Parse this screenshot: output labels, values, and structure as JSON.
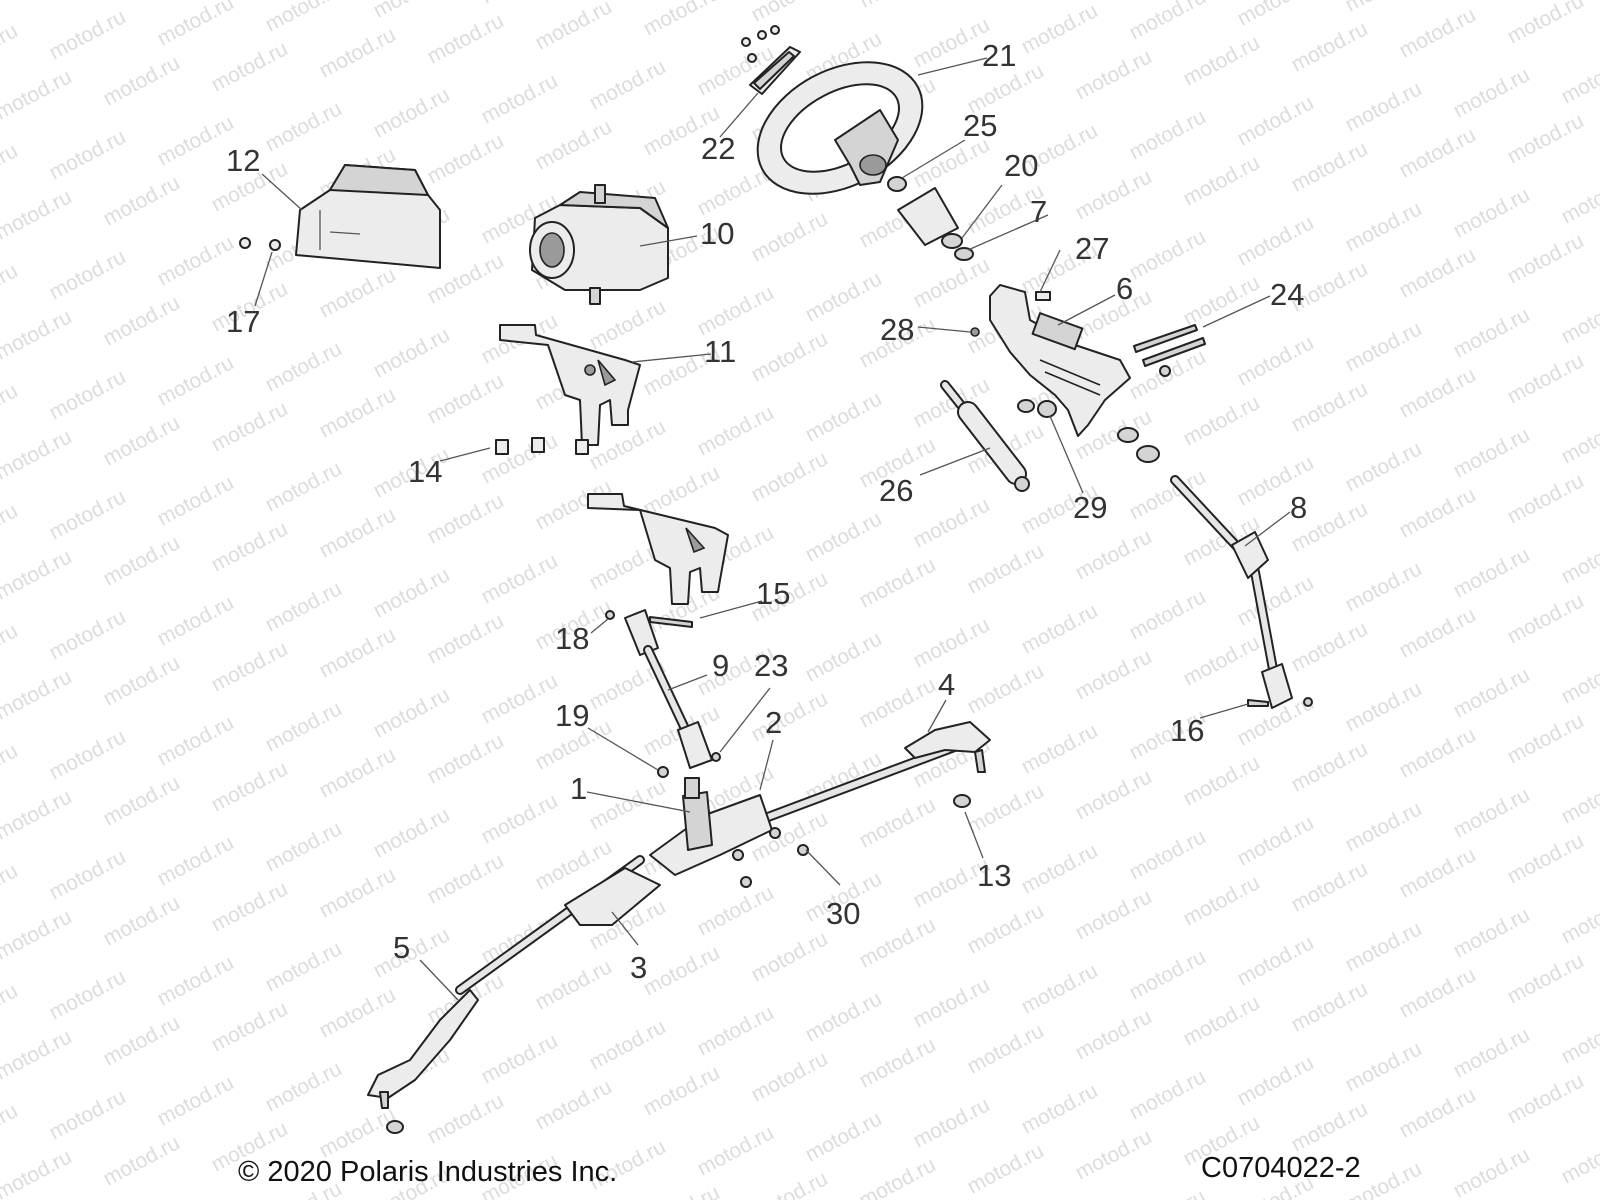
{
  "watermark": "motod.ru",
  "copyright": "© 2020 Polaris Industries Inc.",
  "figure_id": "C0704022-2",
  "callouts": [
    "1",
    "2",
    "3",
    "4",
    "5",
    "6",
    "7",
    "8",
    "9",
    "10",
    "11",
    "12",
    "13",
    "14",
    "15",
    "16",
    "17",
    "18",
    "19",
    "20",
    "21",
    "22",
    "23",
    "24",
    "25",
    "26",
    "27",
    "28",
    "29",
    "30"
  ]
}
